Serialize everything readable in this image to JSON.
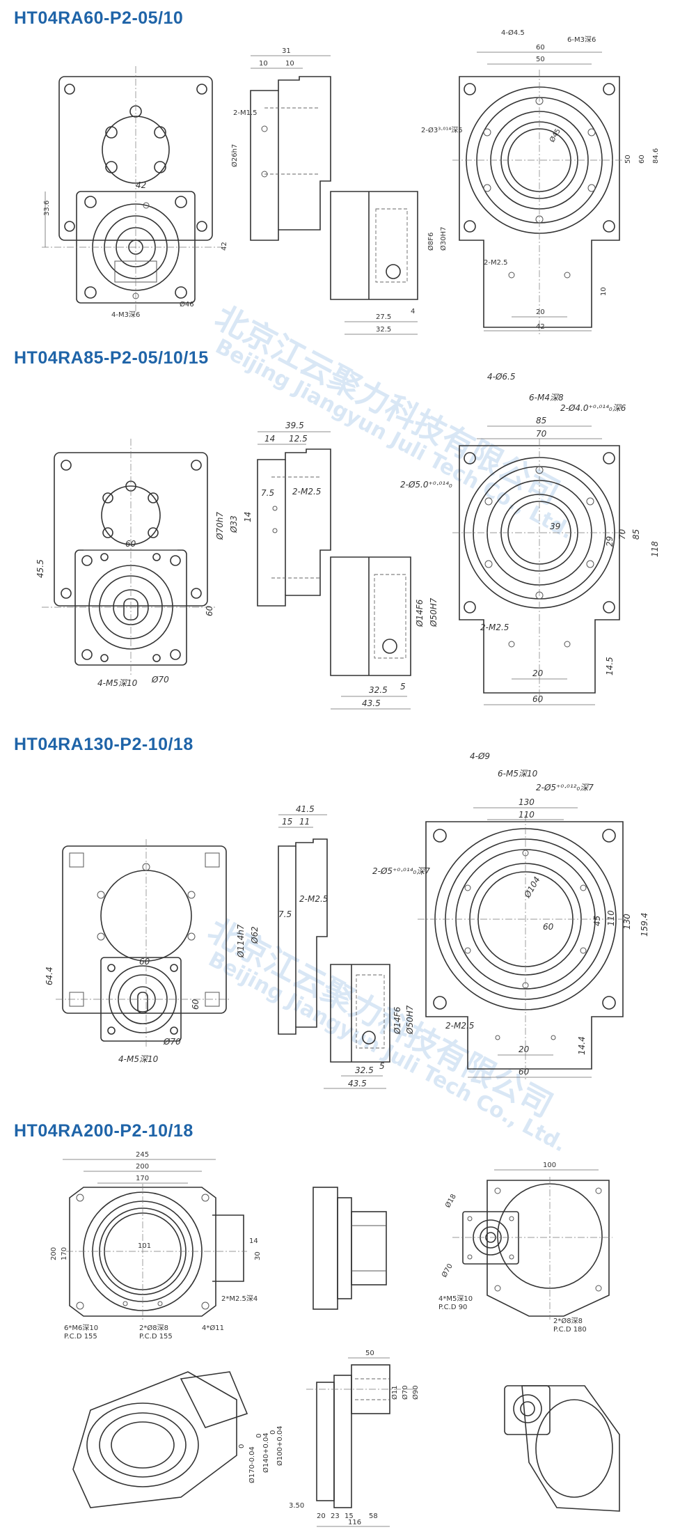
{
  "colors": {
    "title": "#1f64a8",
    "line": "#333333",
    "watermark": "#78aadc"
  },
  "watermark": {
    "chinese": "北京江云聚力科技有限公司",
    "english": "Beijing Jiangyun Juli Tech Co., Ltd."
  },
  "sections": [
    {
      "title": "HT04RA60-P2-05/10"
    },
    {
      "title": "HT04RA85-P2-05/10/15"
    },
    {
      "title": "HT04RA130-P2-10/18"
    },
    {
      "title": "HT04RA200-P2-10/18"
    }
  ],
  "s1": {
    "d_31": "31",
    "d_10a": "10",
    "d_10b": "10",
    "d_445": "4-Ø4.5",
    "d_m3_6": "6-M3深6",
    "d_60": "60",
    "d_50": "50",
    "d_m15": "2-M1.5",
    "d_33": "2-Ø3³·⁰¹⁴深5",
    "d_45": "Ø45",
    "d_26h7": "Ø26h7",
    "d_42a": "42",
    "d_336": "33.6",
    "d_42b": "42",
    "d_m3_4": "4-M3深6",
    "d_46": "Ø46",
    "d_8f6": "Ø8F6",
    "d_30h7": "Ø30H7",
    "d_275": "27.5",
    "d_325": "32.5",
    "d_4": "4",
    "d_m25": "2-M2.5",
    "d_20": "20",
    "d_42c": "42",
    "d_50v": "50",
    "d_60v": "60",
    "d_846": "84.6",
    "d_10": "10"
  },
  "s2": {
    "d_395": "39.5",
    "d_14": "14",
    "d_125": "12.5",
    "d_46_5": "4-Ø6.5",
    "d_m4_8": "6-M4深8",
    "d_4_6": "2-Ø4.0⁺⁰·⁰¹⁴₀深6",
    "d_85": "85",
    "d_70": "70",
    "d_5_0": "2-Ø5.0⁺⁰·⁰¹⁴₀",
    "d_m25a": "2-M2.5",
    "d_75": "7.5",
    "d_70h7": "Ø70h7",
    "d_33": "Ø33",
    "d_14v": "14",
    "d_60d": "60",
    "d_455": "45.5",
    "d_60v": "60",
    "d_39": "39",
    "d_29": "29",
    "d_70v": "70",
    "d_85v": "85",
    "d_118": "118",
    "d_14f6": "Ø14F6",
    "d_50h7": "Ø50H7",
    "d_5": "5",
    "d_325": "32.5",
    "d_435": "43.5",
    "d_m25b": "2-M2.5",
    "d_20": "20",
    "d_60": "60",
    "d_145": "14.5",
    "d_m5_10": "4-M5深10",
    "d_o70": "Ø70"
  },
  "s3": {
    "d_415": "41.5",
    "d_15": "15",
    "d_11": "11",
    "d_49": "4-Ø9",
    "d_m5_10": "6-M5深10",
    "d_5_8": "2-Ø5⁺⁰·⁰¹²₀深7",
    "d_130": "130",
    "d_110": "110",
    "d_5_7": "2-Ø5⁺⁰·⁰¹⁴₀深7",
    "d_m25a": "2-M2.5",
    "d_75": "7.5",
    "d_114h7": "Ø114h7",
    "d_62": "Ø62",
    "d_104": "Ø104",
    "d_60": "60",
    "d_45": "45",
    "d_110v": "110",
    "d_130v": "130",
    "d_1594": "159.4",
    "d_644": "64.4",
    "d_60a": "60",
    "d_60v": "60",
    "d_14f6": "Ø14F6",
    "d_50h7": "Ø50H7",
    "d_5": "5",
    "d_325": "32.5",
    "d_435": "43.5",
    "d_m25b": "2-M2.5",
    "d_20": "20",
    "d_60b": "60",
    "d_144": "14.4",
    "d_m5b": "4-M5深10",
    "d_o70": "Ø70"
  },
  "s4": {
    "d_245": "245",
    "d_200": "200",
    "d_170": "170",
    "d_200v": "200",
    "d_170v": "170",
    "d_101": "101",
    "d_14": "14",
    "d_30": "30",
    "d_m25": "2*M2.5深4",
    "d_m6": "6*M6深10",
    "d_pcd155a": "P.C.D 155",
    "d_8_8": "2*Ø8深8",
    "d_pcd155b": "P.C.D 155",
    "d_11": "4*Ø11",
    "d_100": "100",
    "d_o70": "Ø70",
    "d_m5": "4*M5深10",
    "d_pcd90": "P.C.D 90",
    "d_8_8b": "2*Ø8深8",
    "d_pcd180": "P.C.D 180",
    "d_50": "50",
    "d_o11": "Ø11",
    "d_o70b": "Ø70",
    "d_o90": "Ø90",
    "d_o170": "Ø170-0.04",
    "d_o140": "Ø140+0.04",
    "d_o100": "Ø100+0.04",
    "d_0a": "0",
    "d_0b": "0",
    "d_0c": "0",
    "d_350": "3.50",
    "d_20": "20",
    "d_23": "23",
    "d_15": "15",
    "d_58": "58",
    "d_116": "116",
    "d_o18": "Ø18"
  }
}
